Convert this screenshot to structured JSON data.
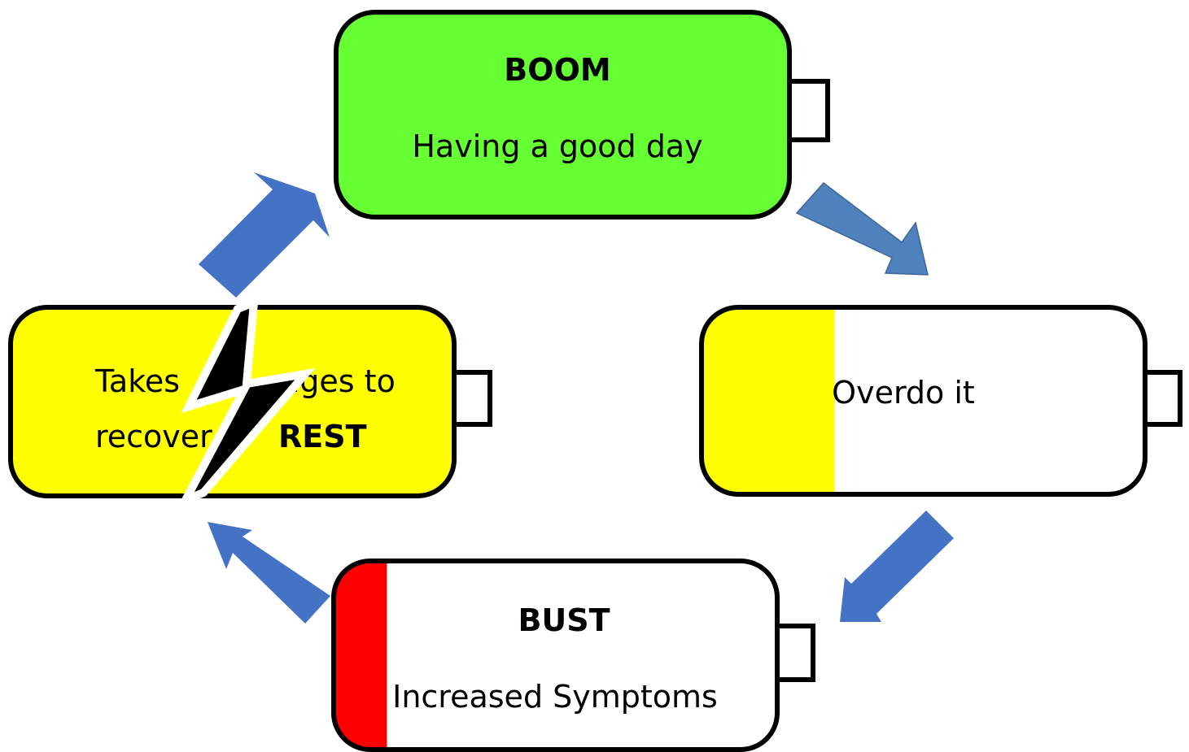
{
  "colors": {
    "full_charge": "#66ff33",
    "medium_charge": "#ffff00",
    "low_charge": "#ff0000",
    "arrow_fill": "#4472c4",
    "arrow_fill_alt": "#4f81bd",
    "outline": "#000000",
    "bolt_fill": "#000000",
    "bolt_outline": "#ffffff"
  },
  "batteries": {
    "boom": {
      "title": "BOOM",
      "subtitle": "Having a good day",
      "charge_level": 1.0
    },
    "overdo": {
      "label": "Overdo it",
      "charge_level": 0.3
    },
    "bust": {
      "title": "BUST",
      "subtitle": "Increased Symptoms",
      "charge_level": 0.12
    },
    "rest": {
      "line1_part1": "Takes",
      "line1_part2": "ages to",
      "line2_part1": "recover",
      "line2_part2": "REST",
      "charge_level": 1.0
    }
  },
  "icons": {
    "cycle_arrows": "block-arrow",
    "rest_icon": "lightning-bolt-icon"
  }
}
